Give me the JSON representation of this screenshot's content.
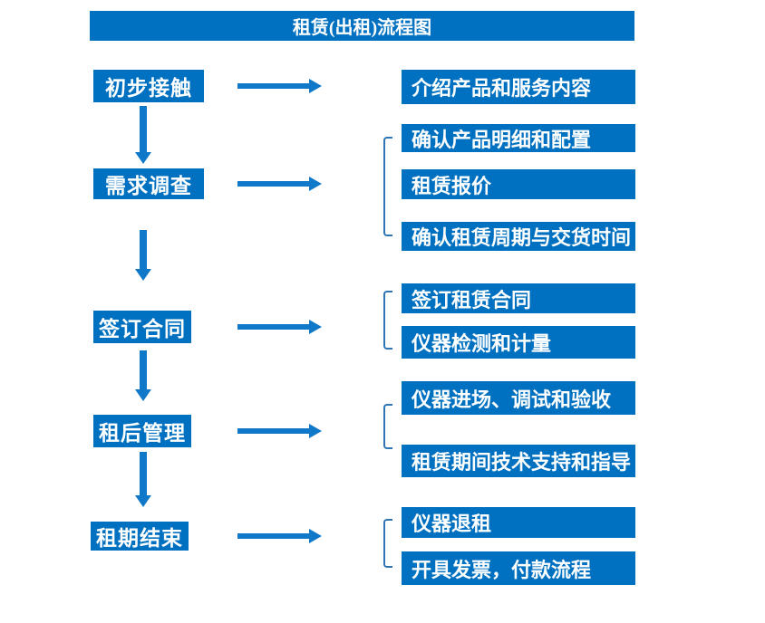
{
  "title": "租赁(出租)流程图",
  "colors": {
    "primary": "#0070C0",
    "arrow": "#0F78C8",
    "bracket": "#2E75B6",
    "text": "#FFFFFF",
    "background": "#FFFFFF"
  },
  "steps": [
    {
      "label": "初步接触",
      "details": [
        "介绍产品和服务内容"
      ]
    },
    {
      "label": "需求调查",
      "details": [
        "确认产品明细和配置",
        "租赁报价",
        "确认租赁周期与交货时间"
      ]
    },
    {
      "label": "签订合同",
      "details": [
        "签订租赁合同",
        "仪器检测和计量"
      ]
    },
    {
      "label": "租后管理",
      "details": [
        "仪器进场、调试和验收",
        "租赁期间技术支持和指导"
      ]
    },
    {
      "label": "租期结束",
      "details": [
        "仪器退租",
        "开具发票，付款流程"
      ]
    }
  ]
}
